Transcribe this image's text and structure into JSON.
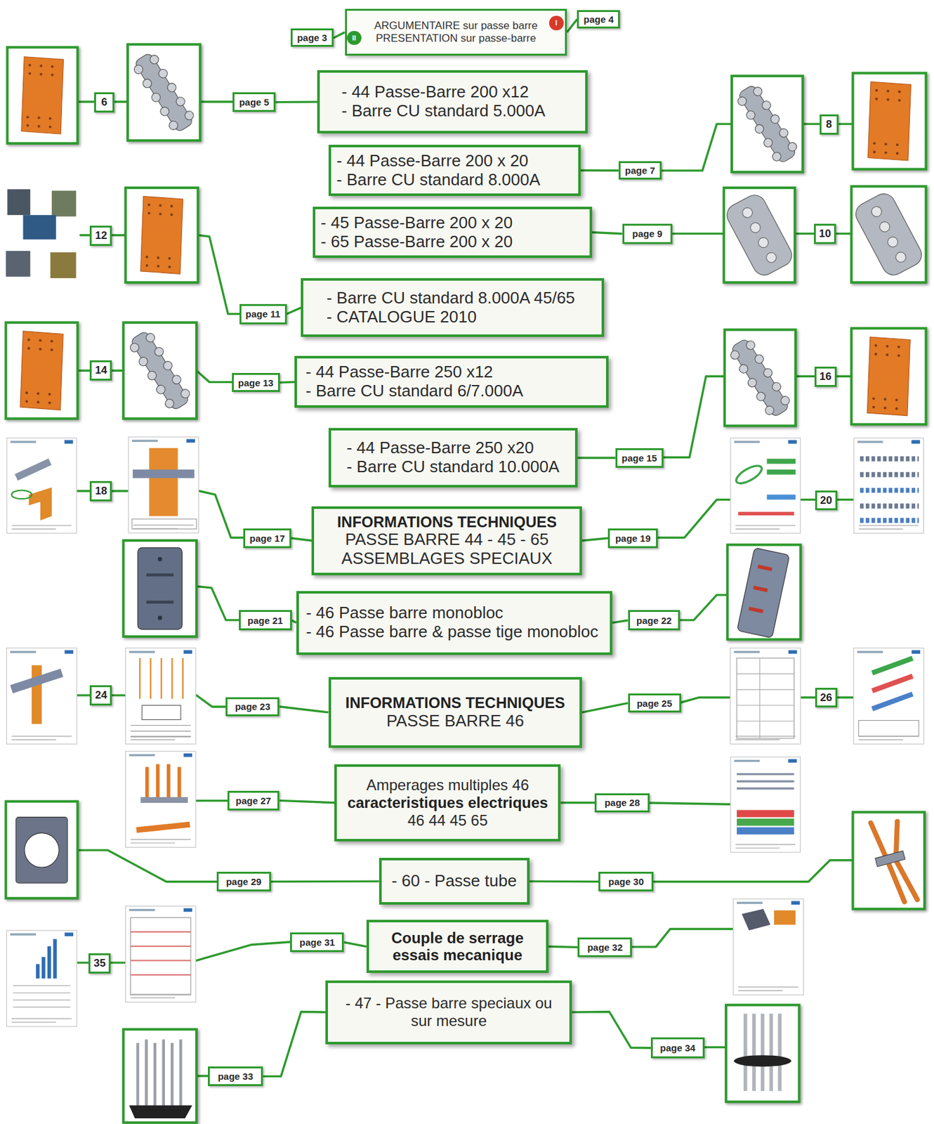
{
  "diagram": {
    "nodes": [
      {
        "text": [
          "ARGUMENTAIRE sur passe barre",
          "PRESENTATION sur passe-barre"
        ]
      },
      {
        "text": [
          "I"
        ],
        "in": 0
      },
      {
        "text": [
          "II"
        ],
        "in": 0
      },
      {
        "text": [
          "page 3"
        ]
      },
      {
        "text": [
          "page 4"
        ]
      },
      {
        "text": [
          "6"
        ]
      },
      {
        "text": [
          "page 5"
        ]
      },
      {
        "text": [
          "- 44 Passe-Barre 200 x12",
          "- Barre CU standard 5.000A"
        ]
      },
      {
        "text": [
          "- 44 Passe-Barre 200 x 20",
          "- Barre CU standard 8.000A"
        ]
      },
      {
        "text": [
          "page 7"
        ]
      },
      {
        "text": [
          "8"
        ]
      },
      {
        "text": [
          "12"
        ]
      },
      {
        "text": [
          "- 45 Passe-Barre 200 x 20",
          "- 65 Passe-Barre 200 x 20"
        ]
      },
      {
        "text": [
          "page 9"
        ]
      },
      {
        "text": [
          "10"
        ]
      },
      {
        "text": [
          "page 11"
        ]
      },
      {
        "text": [
          "- Barre CU standard 8.000A 45/65",
          "- CATALOGUE 2010"
        ]
      },
      {
        "text": [
          "14"
        ]
      },
      {
        "text": [
          "page 13"
        ]
      },
      {
        "text": [
          "- 44 Passe-Barre 250 x12",
          "- Barre CU standard 6/7.000A"
        ]
      },
      {
        "text": [
          "16"
        ]
      },
      {
        "text": [
          "- 44 Passe-Barre 250 x20",
          "- Barre CU standard 10.000A"
        ]
      },
      {
        "text": [
          "page 15"
        ]
      },
      {
        "text": [
          "18"
        ]
      },
      {
        "text": [
          "page 17"
        ]
      },
      {
        "text": [
          "INFORMATIONS TECHNIQUES",
          "PASSE BARRE 44 - 45 - 65",
          "ASSEMBLAGES SPECIAUX"
        ]
      },
      {
        "text": [
          "page 19"
        ]
      },
      {
        "text": [
          "20"
        ]
      },
      {
        "text": [
          "page 21"
        ]
      },
      {
        "text": [
          "- 46 Passe barre monobloc",
          "- 46 Passe barre & passe tige monobloc"
        ]
      },
      {
        "text": [
          "page 22"
        ]
      },
      {
        "text": [
          "24"
        ]
      },
      {
        "text": [
          "page 23"
        ]
      },
      {
        "text": [
          "INFORMATIONS TECHNIQUES",
          "PASSE BARRE 46"
        ]
      },
      {
        "text": [
          "page 25"
        ]
      },
      {
        "text": [
          "26"
        ]
      },
      {
        "text": [
          "page 27"
        ]
      },
      {
        "text": [
          "Amperages multiples 46",
          "caracteristiques electriques",
          "46 44 45 65"
        ]
      },
      {
        "text": [
          "page 28"
        ]
      },
      {
        "text": [
          "page 29"
        ]
      },
      {
        "text": [
          "- 60 - Passe tube"
        ]
      },
      {
        "text": [
          "page 30"
        ]
      },
      {
        "text": [
          "35"
        ]
      },
      {
        "text": [
          "page 31"
        ]
      },
      {
        "text": [
          "Couple de serrage essais mecanique"
        ]
      },
      {
        "text": [
          "page 32"
        ]
      },
      {
        "text": [
          "- 47 - Passe barre speciaux ou sur mesure"
        ]
      },
      {
        "text": [
          "page 33"
        ]
      },
      {
        "text": [
          "page 34"
        ]
      }
    ],
    "edges": [
      {
        "from": 3,
        "to": 0,
        "arrow": "none"
      },
      {
        "from": 4,
        "to": 0,
        "arrow": "none"
      },
      {
        "from": 6,
        "to": 7,
        "arrow": "none"
      },
      {
        "from": 9,
        "to": 8,
        "arrow": "none"
      },
      {
        "from": 13,
        "to": 12,
        "arrow": "none"
      },
      {
        "from": 15,
        "to": 16,
        "arrow": "none"
      },
      {
        "from": 18,
        "to": 19,
        "arrow": "none"
      },
      {
        "from": 22,
        "to": 21,
        "arrow": "none"
      },
      {
        "from": 24,
        "to": 25,
        "arrow": "none"
      },
      {
        "from": 26,
        "to": 25,
        "arrow": "none"
      },
      {
        "from": 28,
        "to": 29,
        "arrow": "none"
      },
      {
        "from": 30,
        "to": 29,
        "arrow": "none"
      },
      {
        "from": 32,
        "to": 33,
        "arrow": "none"
      },
      {
        "from": 34,
        "to": 33,
        "arrow": "none"
      },
      {
        "from": 36,
        "to": 37,
        "arrow": "none"
      },
      {
        "from": 38,
        "to": 37,
        "arrow": "none"
      },
      {
        "from": 39,
        "to": 40,
        "arrow": "none"
      },
      {
        "from": 41,
        "to": 40,
        "arrow": "none"
      },
      {
        "from": 43,
        "to": 44,
        "arrow": "none"
      },
      {
        "from": 45,
        "to": 44,
        "arrow": "none"
      },
      {
        "from": 47,
        "to": 46,
        "arrow": "none"
      },
      {
        "from": 48,
        "to": 46,
        "arrow": "none"
      }
    ]
  }
}
